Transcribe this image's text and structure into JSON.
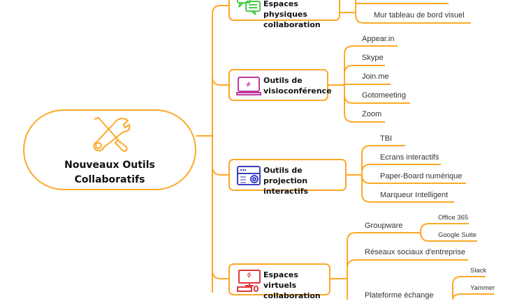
{
  "root": {
    "line1": "Nouveaux Outils",
    "line2": "Collaboratifs",
    "icon": "tools-icon"
  },
  "accent": "#FDA825",
  "branches": {
    "physiques": {
      "line1": "Espaces physiques",
      "line2": "collaboration",
      "icon": "chat-bubbles-icon",
      "color": "#4CC94C",
      "items": [
        "Mur tableau de bord visuel"
      ]
    },
    "visio": {
      "line1": "Outils de",
      "line2": "visioconférence",
      "icon": "laptop-icon",
      "color": "#C2399F",
      "items": [
        "Appear.in",
        "Skype",
        "Join.me",
        "Gotomeeting",
        "Zoom"
      ]
    },
    "projection": {
      "line1": "Outils de projection",
      "line2": "interactifs",
      "icon": "projector-icon",
      "color": "#3A3FC0",
      "items": [
        "TBI",
        "Ecrans interactifs",
        "Paper-Board numérique",
        "Marqueur Intelligent"
      ]
    },
    "virtuels": {
      "line1": "Espaces virtuels",
      "line2": "collaboration",
      "icon": "desktop-computer-icon",
      "color": "#E0383E",
      "items": [
        "Groupware",
        "Réseaux sociaux d'entreprise",
        "Plateforme échange"
      ],
      "groupware": [
        "Office 365",
        "Google Suite"
      ],
      "plateforme": [
        "Slack",
        "Yammer"
      ]
    }
  }
}
